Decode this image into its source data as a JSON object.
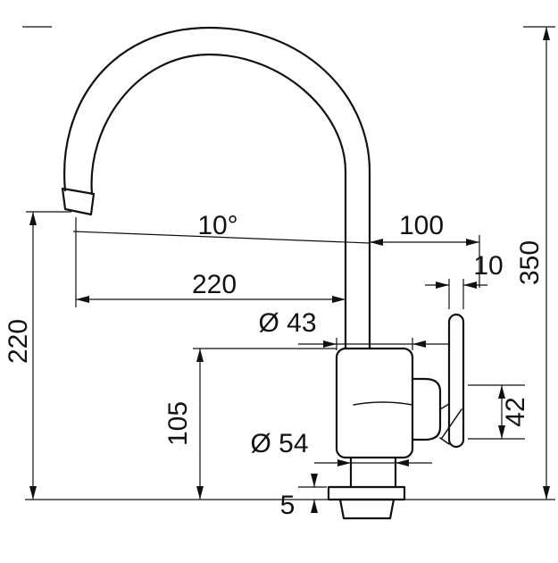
{
  "drawing": {
    "type": "technical-dimension-drawing",
    "subject": "Kitchen mixer tap (faucet), side elevation with dimensions",
    "colors": {
      "line": "#111111",
      "background": "#ffffff"
    },
    "labels": {
      "angle": "10°",
      "offset_100": "100",
      "height_350": "350",
      "handle_width_10": "10",
      "reach_220": "220",
      "outlet_height_220": "220",
      "dia_43": "Ø 43",
      "body_height_105": "105",
      "handle_height_42": "42",
      "dia_54": "Ø 54",
      "plate_thickness_5": "5"
    }
  }
}
